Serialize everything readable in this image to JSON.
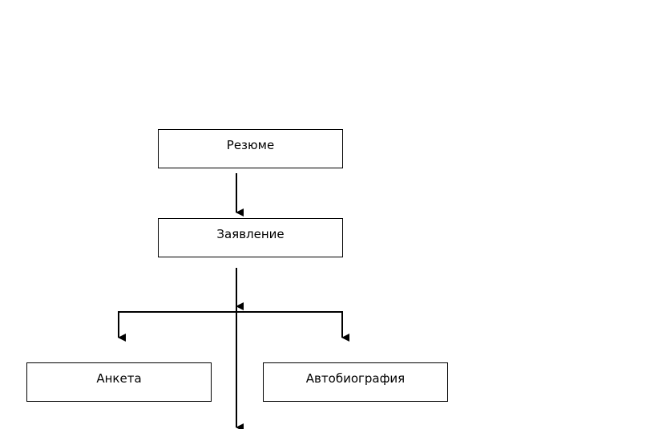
{
  "nodes": {
    "resume": "Резюме",
    "application": "Заявление",
    "questionnaire": "Анкета",
    "autobiography": "Автобиография"
  }
}
